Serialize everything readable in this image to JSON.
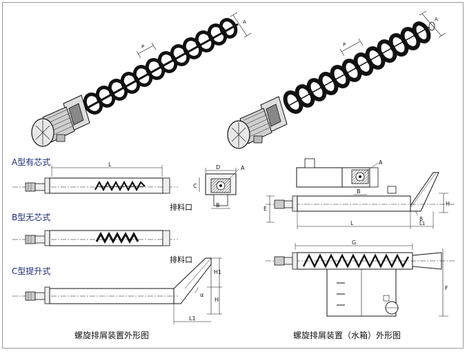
{
  "left_panel": {
    "type_a_label": "A型有芯式",
    "type_b_label": "B型无芯式",
    "type_c_label": "C型提升式",
    "discharge_label_1": "排料口",
    "discharge_label_2": "排料口",
    "caption": "螺旋排屑装置外形图",
    "dims": {
      "L": "L",
      "D": "D",
      "A": "A",
      "C": "C",
      "B": "B",
      "H1": "H1",
      "H": "H",
      "L1": "L1",
      "alpha": "α",
      "pitch": "P",
      "A_top": "A"
    }
  },
  "right_panel": {
    "caption": "螺旋排屑装置（水箱）外形图",
    "dims": {
      "A": "A",
      "B": "B",
      "E": "E",
      "H": "H",
      "L": "L",
      "L1": "L1",
      "beta": "β",
      "G": "G",
      "F": "F",
      "pitch": "P",
      "A_top": "A"
    }
  },
  "colors": {
    "label_blue": "#1c2a7a",
    "line": "#222222",
    "frame": "#9a9a9a"
  }
}
